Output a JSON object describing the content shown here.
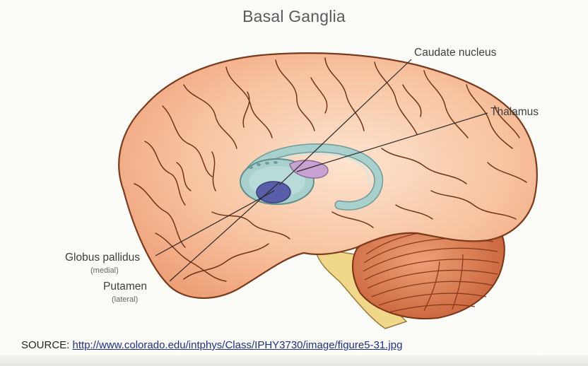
{
  "title": "Basal Ganglia",
  "labels": {
    "caudate": "Caudate nucleus",
    "thalamus": "Thalamus",
    "globus": "Globus pallidus",
    "globus_sub": "(medial)",
    "putamen": "Putamen",
    "putamen_sub": "(lateral)"
  },
  "source": {
    "prefix": "SOURCE:",
    "link_text": "http://www.colorado.edu/intphys/Class/IPHY3730/image/figure5-31.jpg"
  },
  "colors": {
    "cortex": "#f4b48c",
    "cortex_outline": "#7b3a1c",
    "sulcus": "#6e3418",
    "basal_ganglia": "#a8d0cc",
    "globus_pallidus": "#5a5ea8",
    "thalamus": "#c8a2d0",
    "cerebellum": "#d8784e",
    "brainstem": "#f0d78a"
  }
}
